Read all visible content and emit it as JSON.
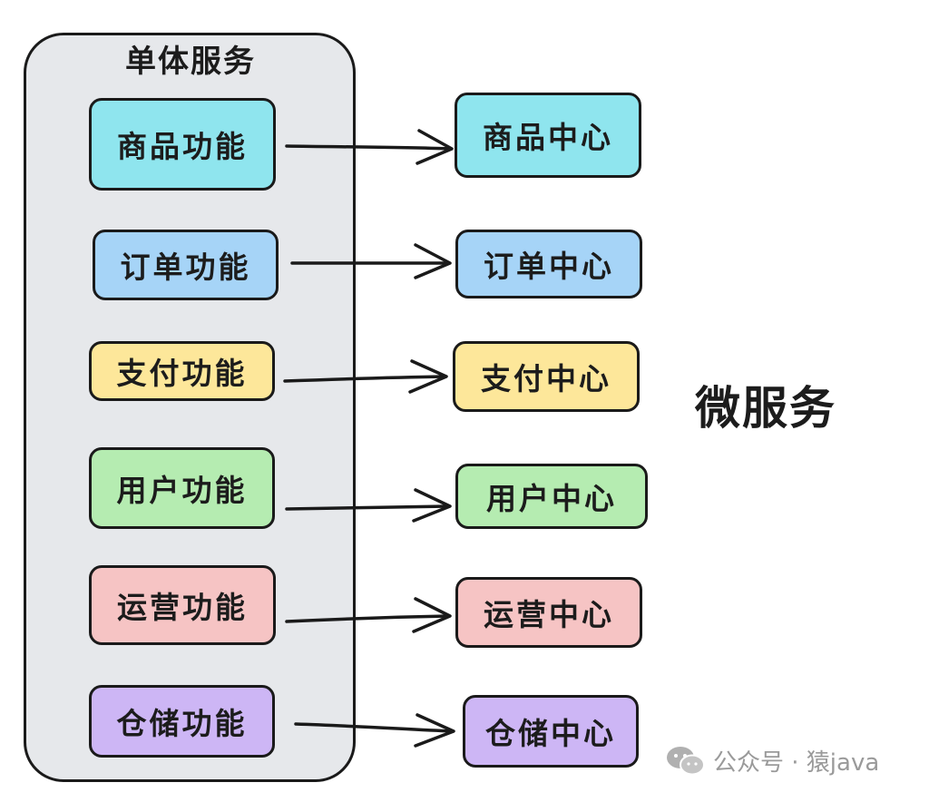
{
  "monolith": {
    "title": "单体服务",
    "modules": [
      {
        "label": "商品功能",
        "color": "#8fe5ee"
      },
      {
        "label": "订单功能",
        "color": "#a6d4f7"
      },
      {
        "label": "支付功能",
        "color": "#fde79a"
      },
      {
        "label": "用户功能",
        "color": "#b5ecb1"
      },
      {
        "label": "运营功能",
        "color": "#f6c4c4"
      },
      {
        "label": "仓储功能",
        "color": "#cdb6f5"
      }
    ]
  },
  "microservices": {
    "label": "微服务",
    "services": [
      {
        "label": "商品中心",
        "color": "#8fe5ee"
      },
      {
        "label": "订单中心",
        "color": "#a6d4f7"
      },
      {
        "label": "支付中心",
        "color": "#fde79a"
      },
      {
        "label": "用户中心",
        "color": "#b5ecb1"
      },
      {
        "label": "运营中心",
        "color": "#f6c4c4"
      },
      {
        "label": "仓储中心",
        "color": "#cdb6f5"
      }
    ]
  },
  "watermark": {
    "icon": "wechat-icon",
    "text": "公众号 · 猿java"
  }
}
